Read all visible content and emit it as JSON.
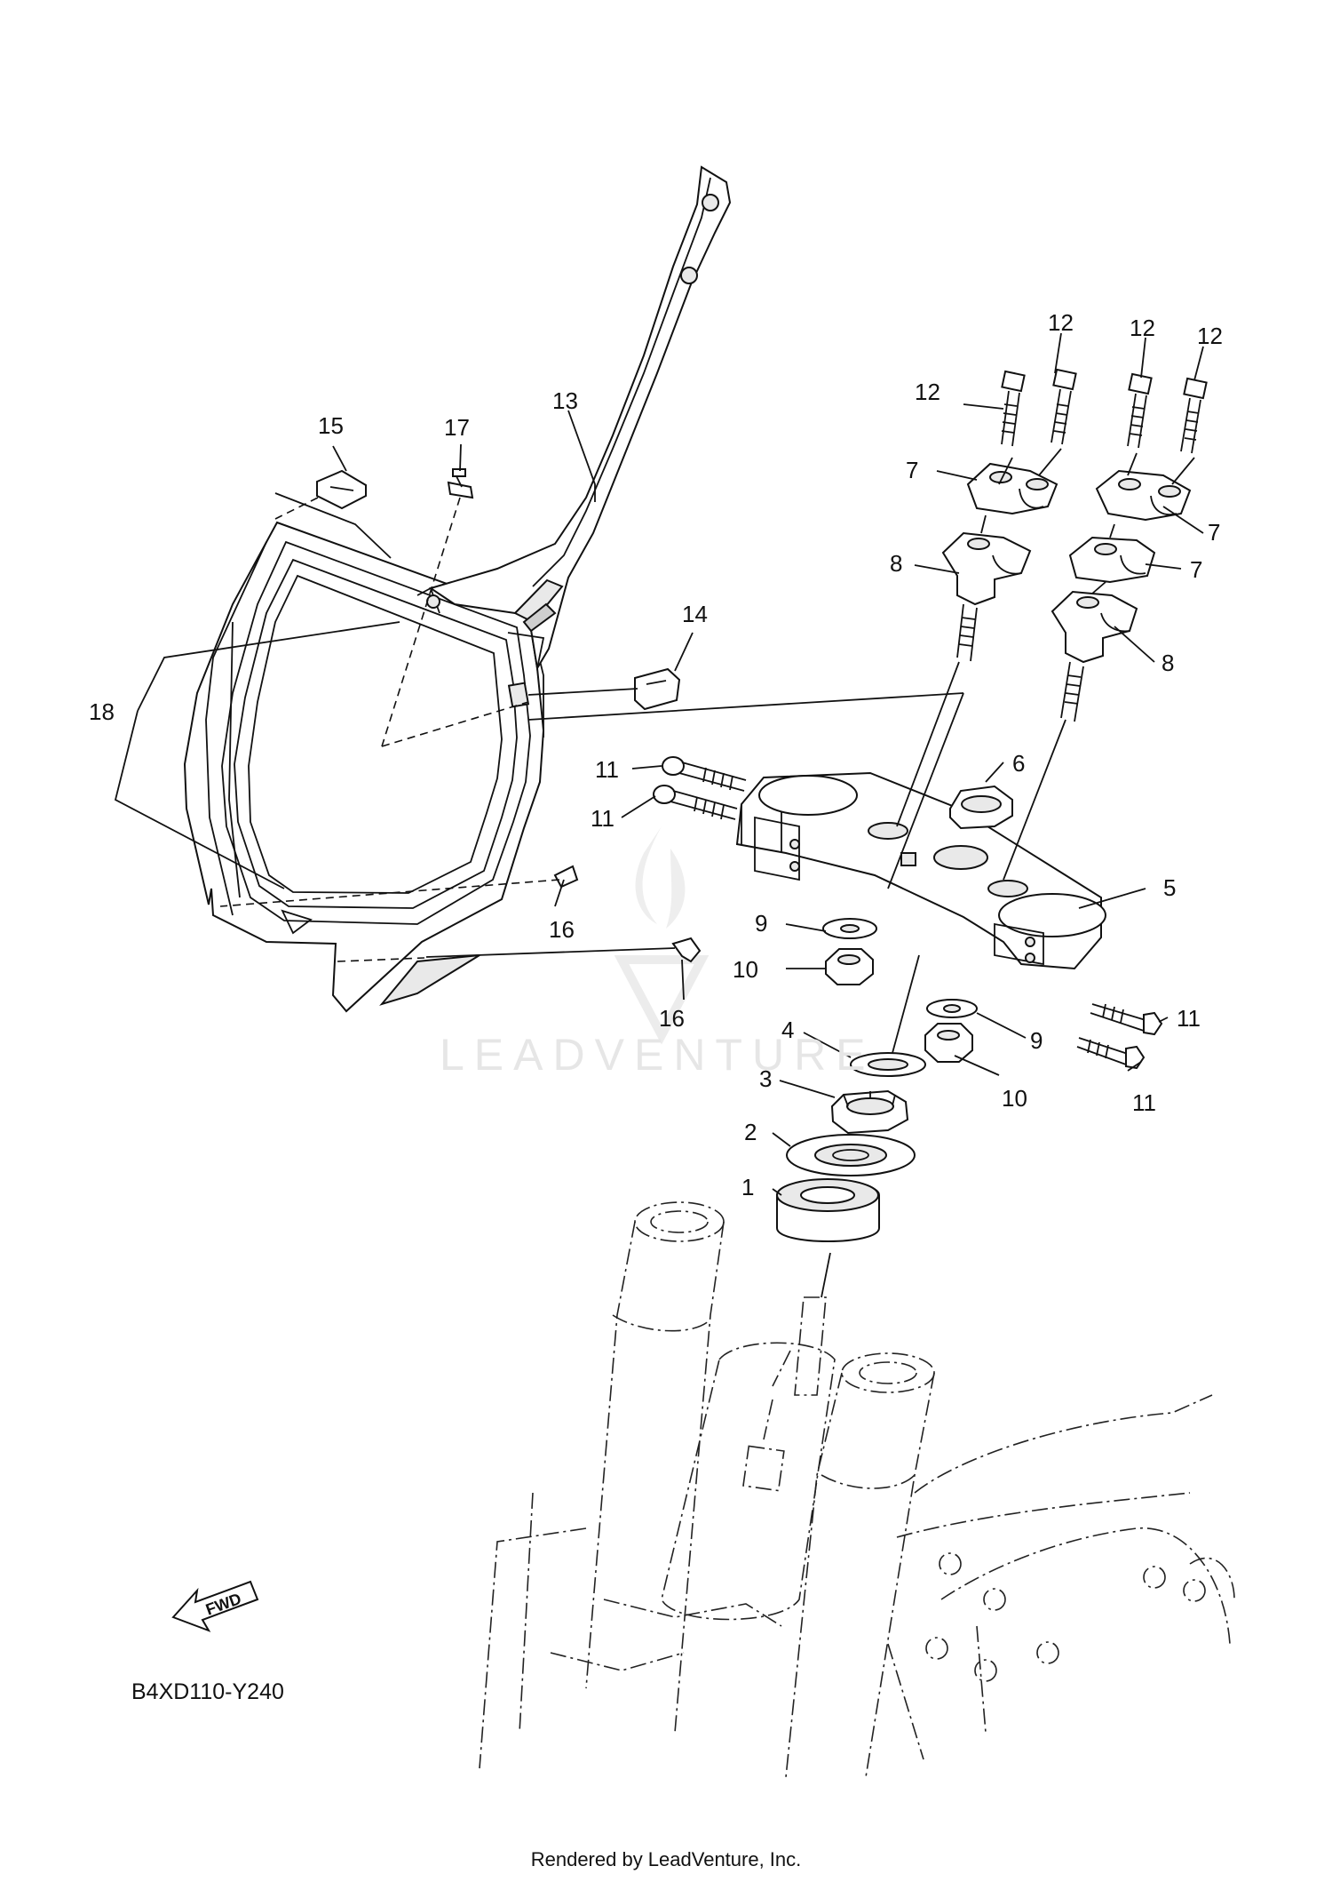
{
  "diagram": {
    "code": "B4XD110-Y240",
    "fwd_label": "FWD",
    "watermark": "LEADVENTURE",
    "footer": "Rendered by LeadVenture, Inc."
  },
  "callouts": {
    "c1": "1",
    "c2": "2",
    "c3": "3",
    "c4": "4",
    "c5": "5",
    "c6": "6",
    "c7a": "7",
    "c7b": "7",
    "c7c": "7",
    "c8a": "8",
    "c8b": "8",
    "c9a": "9",
    "c9b": "9",
    "c10a": "10",
    "c10b": "10",
    "c11a": "11",
    "c11b": "11",
    "c11c": "11",
    "c11d": "11",
    "c12a": "12",
    "c12b": "12",
    "c12c": "12",
    "c12d": "12",
    "c13": "13",
    "c14": "14",
    "c15": "15",
    "c16a": "16",
    "c16b": "16",
    "c17": "17",
    "c18": "18"
  },
  "colors": {
    "ink": "#111111",
    "watermark": "#e6e6e6",
    "background": "#ffffff"
  }
}
